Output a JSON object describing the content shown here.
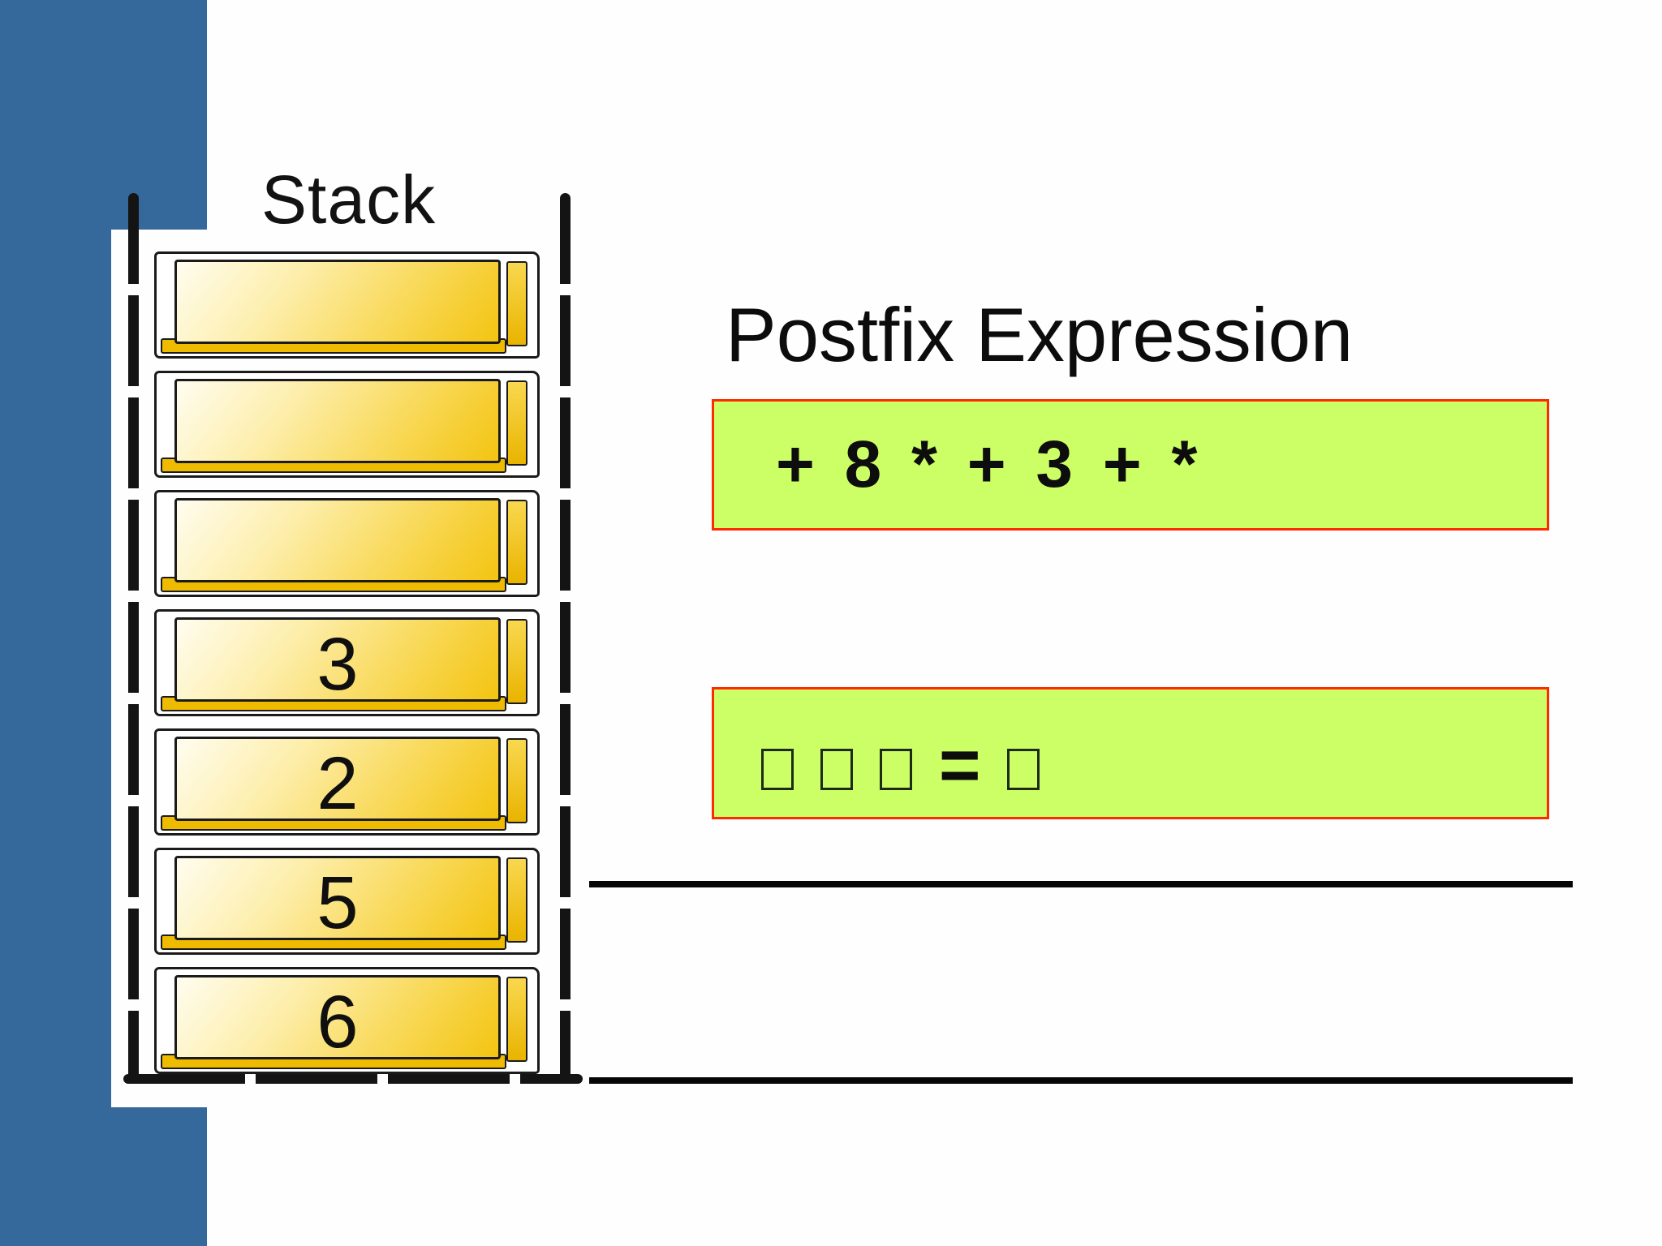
{
  "colors": {
    "accent_blue": "#35689b",
    "highlight_green": "#ccff66",
    "highlight_border_red": "#ff2b00",
    "cell_gold": "#eebb00"
  },
  "stack": {
    "title": "Stack",
    "cells": [
      {
        "value": ""
      },
      {
        "value": ""
      },
      {
        "value": ""
      },
      {
        "value": "3"
      },
      {
        "value": "2"
      },
      {
        "value": "5"
      },
      {
        "value": "6"
      }
    ]
  },
  "postfix": {
    "title": "Postfix Expression",
    "expression": "+ 8 * + 3 + *"
  },
  "result_box": {
    "missing_glyphs_before_equals": 3,
    "equals_label": "=",
    "missing_glyphs_after_equals": 1
  }
}
